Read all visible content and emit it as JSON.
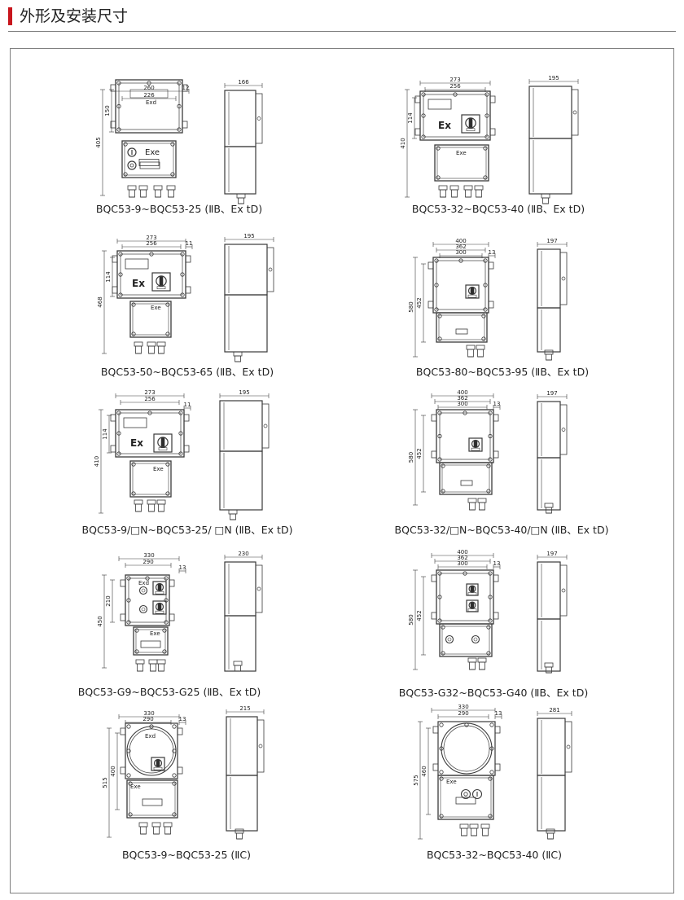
{
  "header": {
    "title": "外形及安装尺寸",
    "accent_color": "#c8161d"
  },
  "drawings": [
    {
      "caption": "BQC53-9~BQC53-25 (ⅡB、Ex tD)",
      "top": [
        "260",
        "226",
        "12"
      ],
      "side_top": "166",
      "left_dims": [
        "150",
        "405"
      ],
      "labels": [
        "Exd",
        "Exe"
      ]
    },
    {
      "caption": "BQC53-32~BQC53-40 (ⅡB、Ex tD)",
      "top": [
        "273",
        "256"
      ],
      "side_top": "195",
      "left_dims": [
        "114",
        "410"
      ],
      "labels": [
        "Ex",
        "Exe"
      ]
    },
    {
      "caption": "BQC53-50~BQC53-65 (ⅡB、Ex tD)",
      "top": [
        "273",
        "256",
        "11"
      ],
      "side_top": "195",
      "left_dims": [
        "114",
        "468"
      ],
      "labels": [
        "Ex",
        "Exe"
      ]
    },
    {
      "caption": "BQC53-80~BQC53-95 (ⅡB、Ex tD)",
      "top": [
        "400",
        "362",
        "300",
        "13"
      ],
      "side_top": "197",
      "left_dims": [
        "452",
        "580"
      ],
      "labels": []
    },
    {
      "caption": "BQC53-9/□N~BQC53-25/ □N (ⅡB、Ex tD)",
      "top": [
        "273",
        "256",
        "11"
      ],
      "side_top": "195",
      "left_dims": [
        "114",
        "410"
      ],
      "labels": [
        "Ex",
        "Exe"
      ]
    },
    {
      "caption": "BQC53-32/□N~BQC53-40/□N (ⅡB、Ex tD)",
      "top": [
        "400",
        "362",
        "300",
        "13"
      ],
      "side_top": "197",
      "left_dims": [
        "452",
        "580"
      ],
      "labels": []
    },
    {
      "caption": "BQC53-G9~BQC53-G25 (ⅡB、Ex tD)",
      "top": [
        "330",
        "290",
        "13"
      ],
      "side_top": "230",
      "left_dims": [
        "210",
        "450"
      ],
      "labels": [
        "Exd",
        "Exe"
      ]
    },
    {
      "caption": "BQC53-G32~BQC53-G40 (ⅡB、Ex tD)",
      "top": [
        "400",
        "362",
        "300",
        "13"
      ],
      "side_top": "197",
      "left_dims": [
        "452",
        "580"
      ],
      "labels": []
    },
    {
      "caption": "BQC53-9~BQC53-25 (ⅡC)",
      "top": [
        "330",
        "290",
        "13"
      ],
      "side_top": "215",
      "left_dims": [
        "400",
        "515"
      ],
      "labels": [
        "Exd",
        "Exe"
      ]
    },
    {
      "caption": "BQC53-32~BQC53-40 (ⅡC)",
      "top": [
        "330",
        "290",
        "13"
      ],
      "side_top": "281",
      "left_dims": [
        "460",
        "575"
      ],
      "labels": [
        "Exe"
      ]
    }
  ]
}
